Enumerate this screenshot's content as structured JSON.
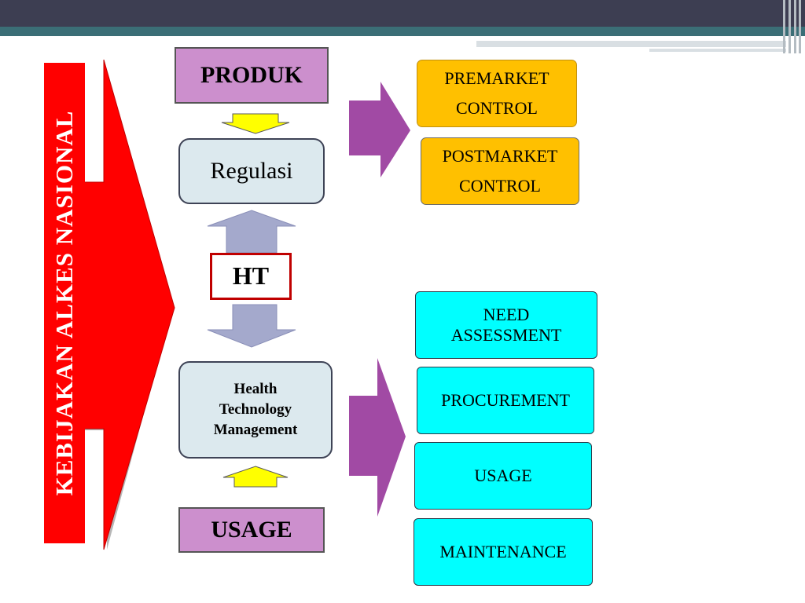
{
  "theme": {
    "red": "#ff0000",
    "purple": "#cc8fcd",
    "magenta_arrow": "#a14aa4",
    "orange": "#ffc000",
    "cyan": "#00ffff",
    "light_blue": "#dce9ee",
    "yellow_arrow": "#ffff00",
    "gray_arrow": "#a4a9cc"
  },
  "diagram": {
    "side_banner": "KEBIJAKAN ALKES NASIONAL",
    "produk": "PRODUK",
    "regulasi": "Regulasi",
    "hta": "HT",
    "htm": {
      "line1": "Health",
      "line2": "Technology",
      "line3": "Management"
    },
    "usage_main": "USAGE",
    "control": {
      "premarket": {
        "line1": "PREMARKET",
        "line2": "CONTROL"
      },
      "postmarket": {
        "line1": "POSTMARKET",
        "line2": "CONTROL"
      }
    },
    "steps": {
      "need": {
        "line1": "NEED",
        "line2": "ASSESSMENT"
      },
      "procurement": "PROCUREMENT",
      "usage": "USAGE",
      "maintenance": "MAINTENANCE"
    }
  }
}
